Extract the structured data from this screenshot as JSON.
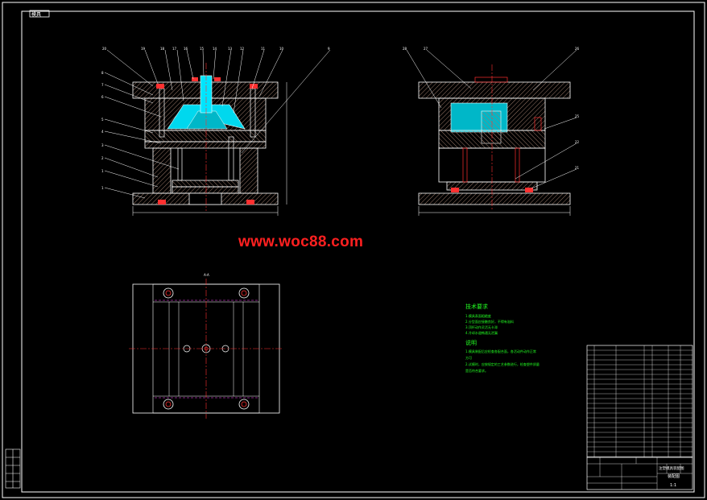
{
  "sheet": {
    "corner_tag": "模具",
    "watermark": "www.woc88.com"
  },
  "colors": {
    "background": "#000000",
    "outline": "#ffffff",
    "dimension": "#ff3030",
    "cavity": "#00e5ff",
    "notes": "#22ff22",
    "hatch": "#9a7a6a"
  },
  "technical_requirements": {
    "title": "技术要求",
    "lines": [
      "1.模具表面粗糙度",
      "2.分型面应接触良好，不得有溢料",
      "3.顶杆动作灵活无卡滞",
      "4.冷却水道畅通无泄漏"
    ],
    "subtitle": "说明",
    "more_lines": [
      "1.模具装配后应检查各配合面，各活动件动作正常",
      "方可",
      "2.试模时，应按规定的工艺参数进行，检查塑件质量",
      "是否符合要求。"
    ]
  },
  "title_block": {
    "drawing_name": "注塑模具装配图",
    "drawing_type": "装配图",
    "scale": "1:1"
  },
  "icons": [
    "balloon-leader-icon",
    "centerline-icon",
    "guide-pillar-icon"
  ]
}
